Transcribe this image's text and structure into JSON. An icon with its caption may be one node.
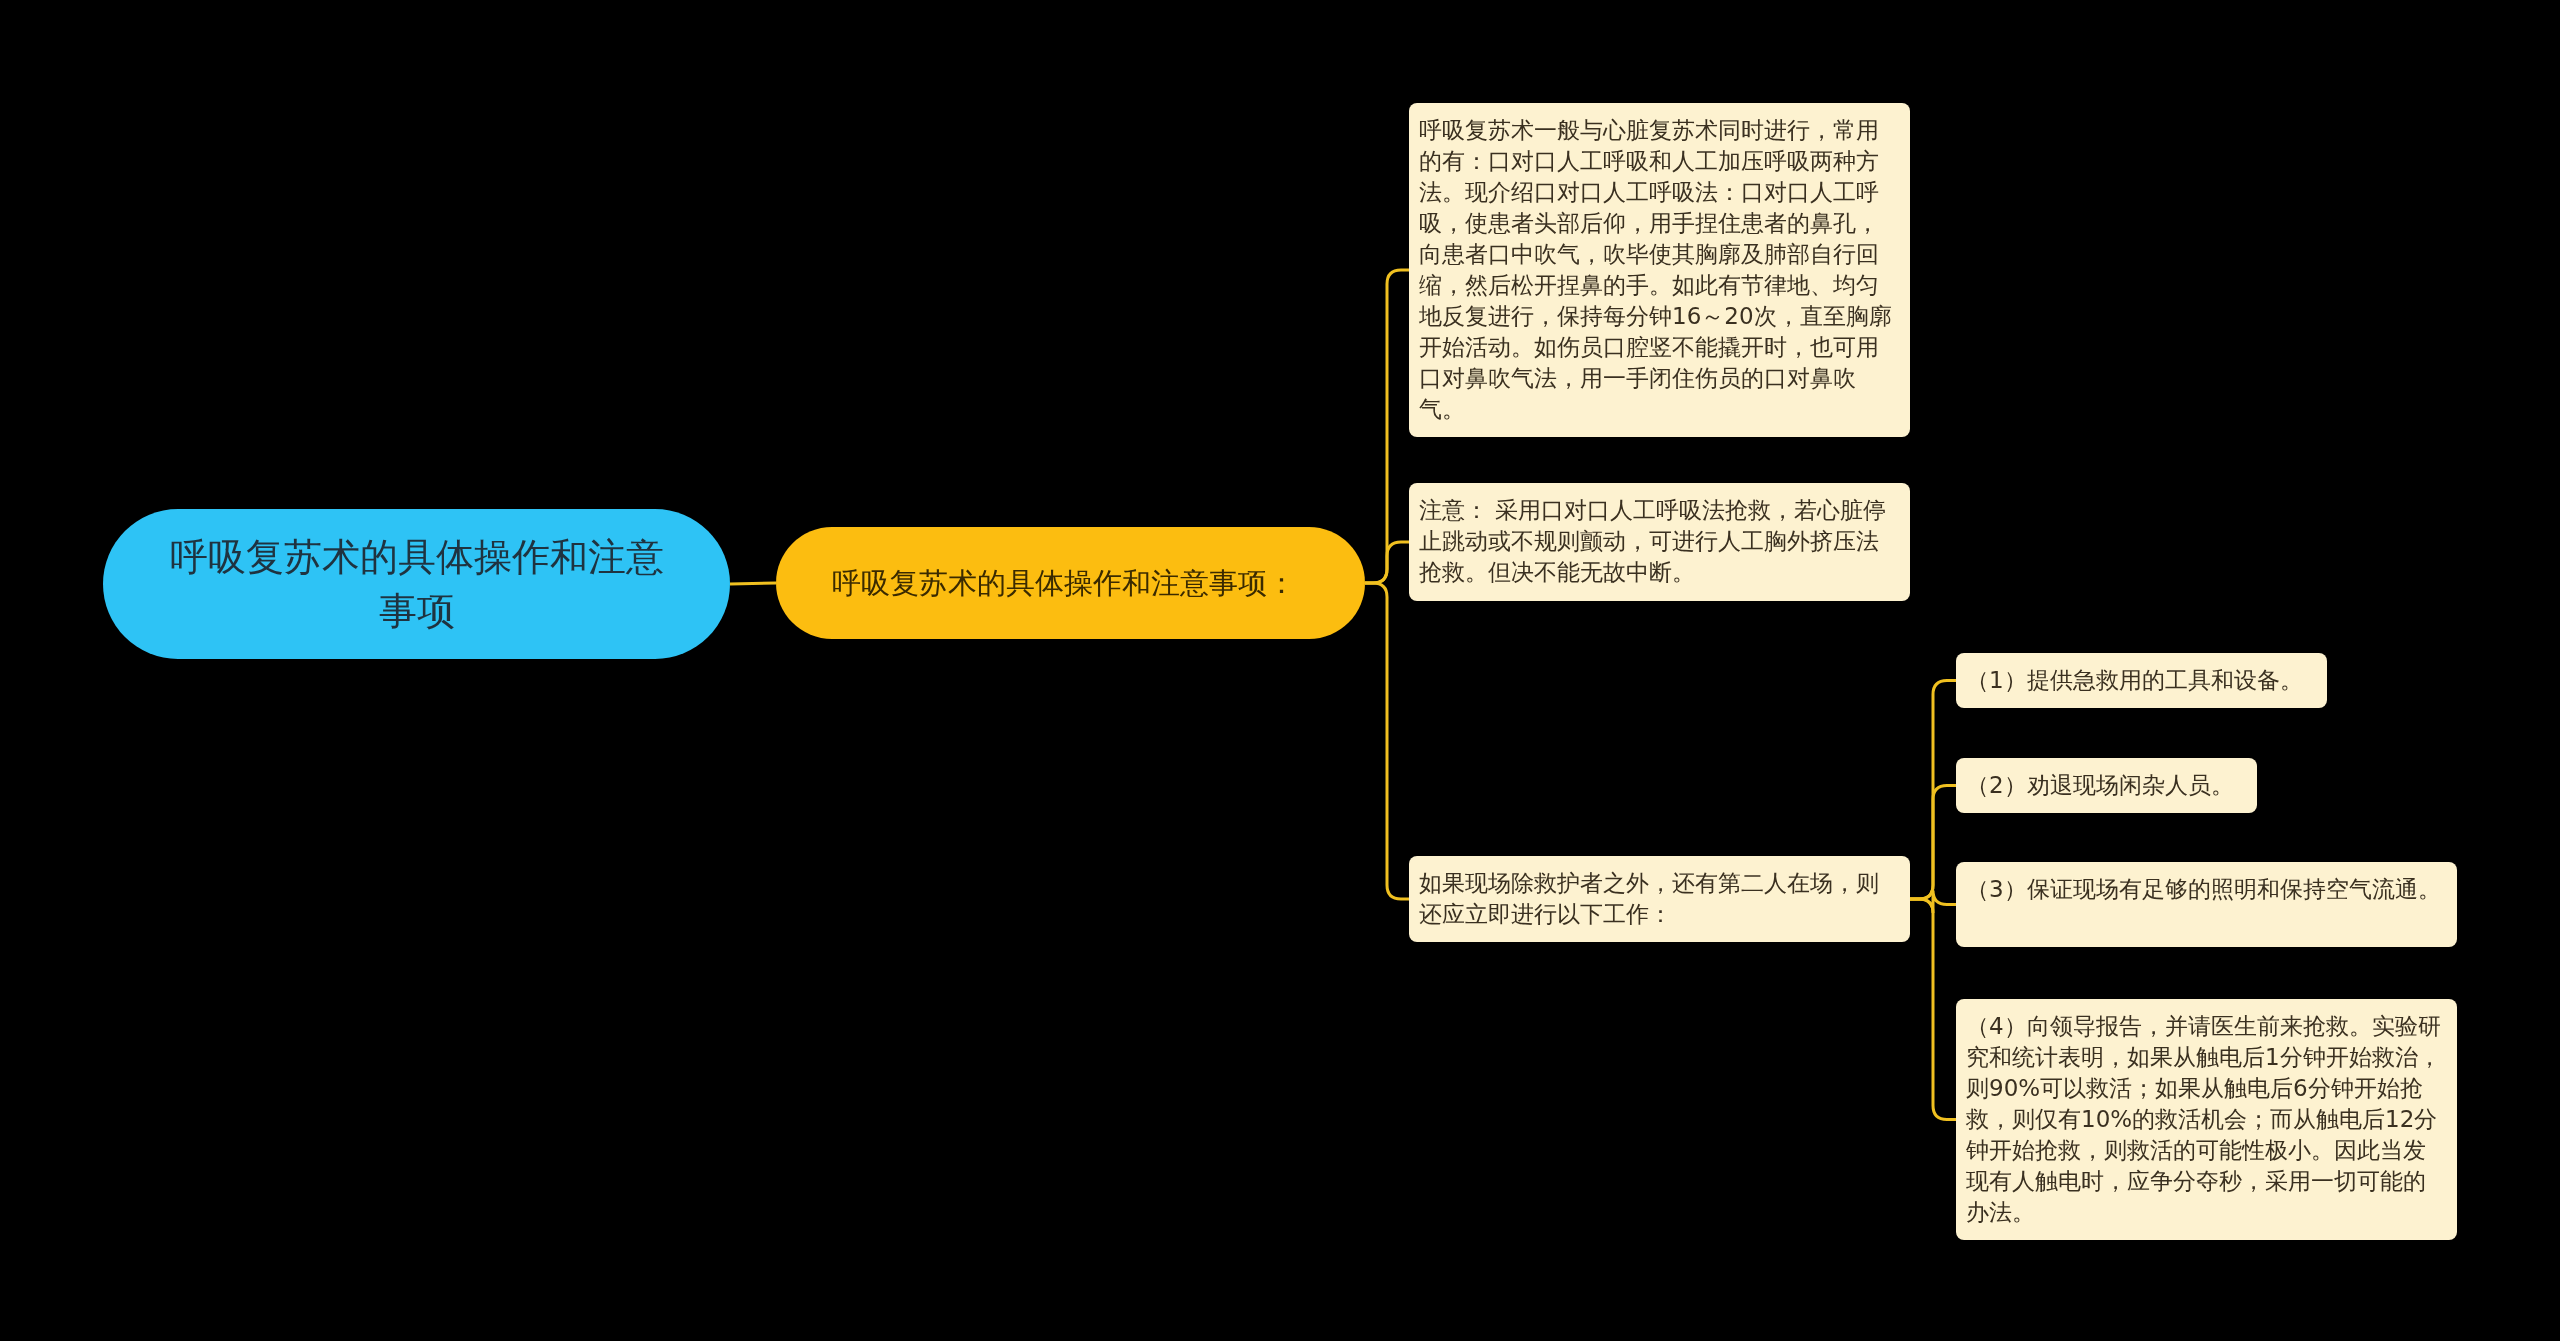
{
  "diagram": {
    "nodes": [
      {
        "text": [
          "呼吸复苏术的具体操作和注意事项"
        ]
      },
      {
        "text": [
          "呼吸复苏术的具体操作和注意事项："
        ]
      },
      {
        "text": [
          "呼吸复苏术一般与心脏复苏术同时进行，常用的有：口对口人工呼吸和人工加压呼吸两种方法。现介绍口对口人工呼吸法：口对口人工呼吸，使患者头部后仰，用手捏住患者的鼻孔，向患者口中吹气，吹毕使其胸廓及肺部自行回缩，然后松开捏鼻的手。如此有节律地、均匀地反复进行，保持每分钟16～20次，直至胸廓开始活动。如伤员口腔竖不能撬开时，也可用口对鼻吹气法，用一手闭住伤员的口对鼻吹气。"
        ]
      },
      {
        "text": [
          "注意： 采用口对口人工呼吸法抢救，若心脏停止跳动或不规则颤动，可进行人工胸外挤压法抢救。但决不能无故中断。"
        ]
      },
      {
        "text": [
          "如果现场除救护者之外，还有第二人在场，则还应立即进行以下工作："
        ]
      },
      {
        "text": [
          "（1）提供急救用的工具和设备。"
        ]
      },
      {
        "text": [
          "（2）劝退现场闲杂人员。"
        ]
      },
      {
        "text": [
          "（3）保证现场有足够的照明和保持空气流通。"
        ]
      },
      {
        "text": [
          "（4）向领导报告，并请医生前来抢救。实验研究和统计表明，如果从触电后1分钟开始救治，则90%可以救活；如果从触电后6分钟开始抢救，则仅有10%的救活机会；而从触电后12分钟开始抢救，则救活的可能性极小。因此当发现有人触电时，应争分夺秒，采用一切可能的办法。"
        ]
      }
    ],
    "edges": [
      {
        "from": 0,
        "to": 1,
        "arrow": "none"
      },
      {
        "from": 1,
        "to": 2,
        "arrow": "none"
      },
      {
        "from": 1,
        "to": 3,
        "arrow": "none"
      },
      {
        "from": 1,
        "to": 4,
        "arrow": "none"
      },
      {
        "from": 4,
        "to": 5,
        "arrow": "none"
      },
      {
        "from": 4,
        "to": 6,
        "arrow": "none"
      },
      {
        "from": 4,
        "to": 7,
        "arrow": "none"
      },
      {
        "from": 4,
        "to": 8,
        "arrow": "none"
      }
    ]
  }
}
